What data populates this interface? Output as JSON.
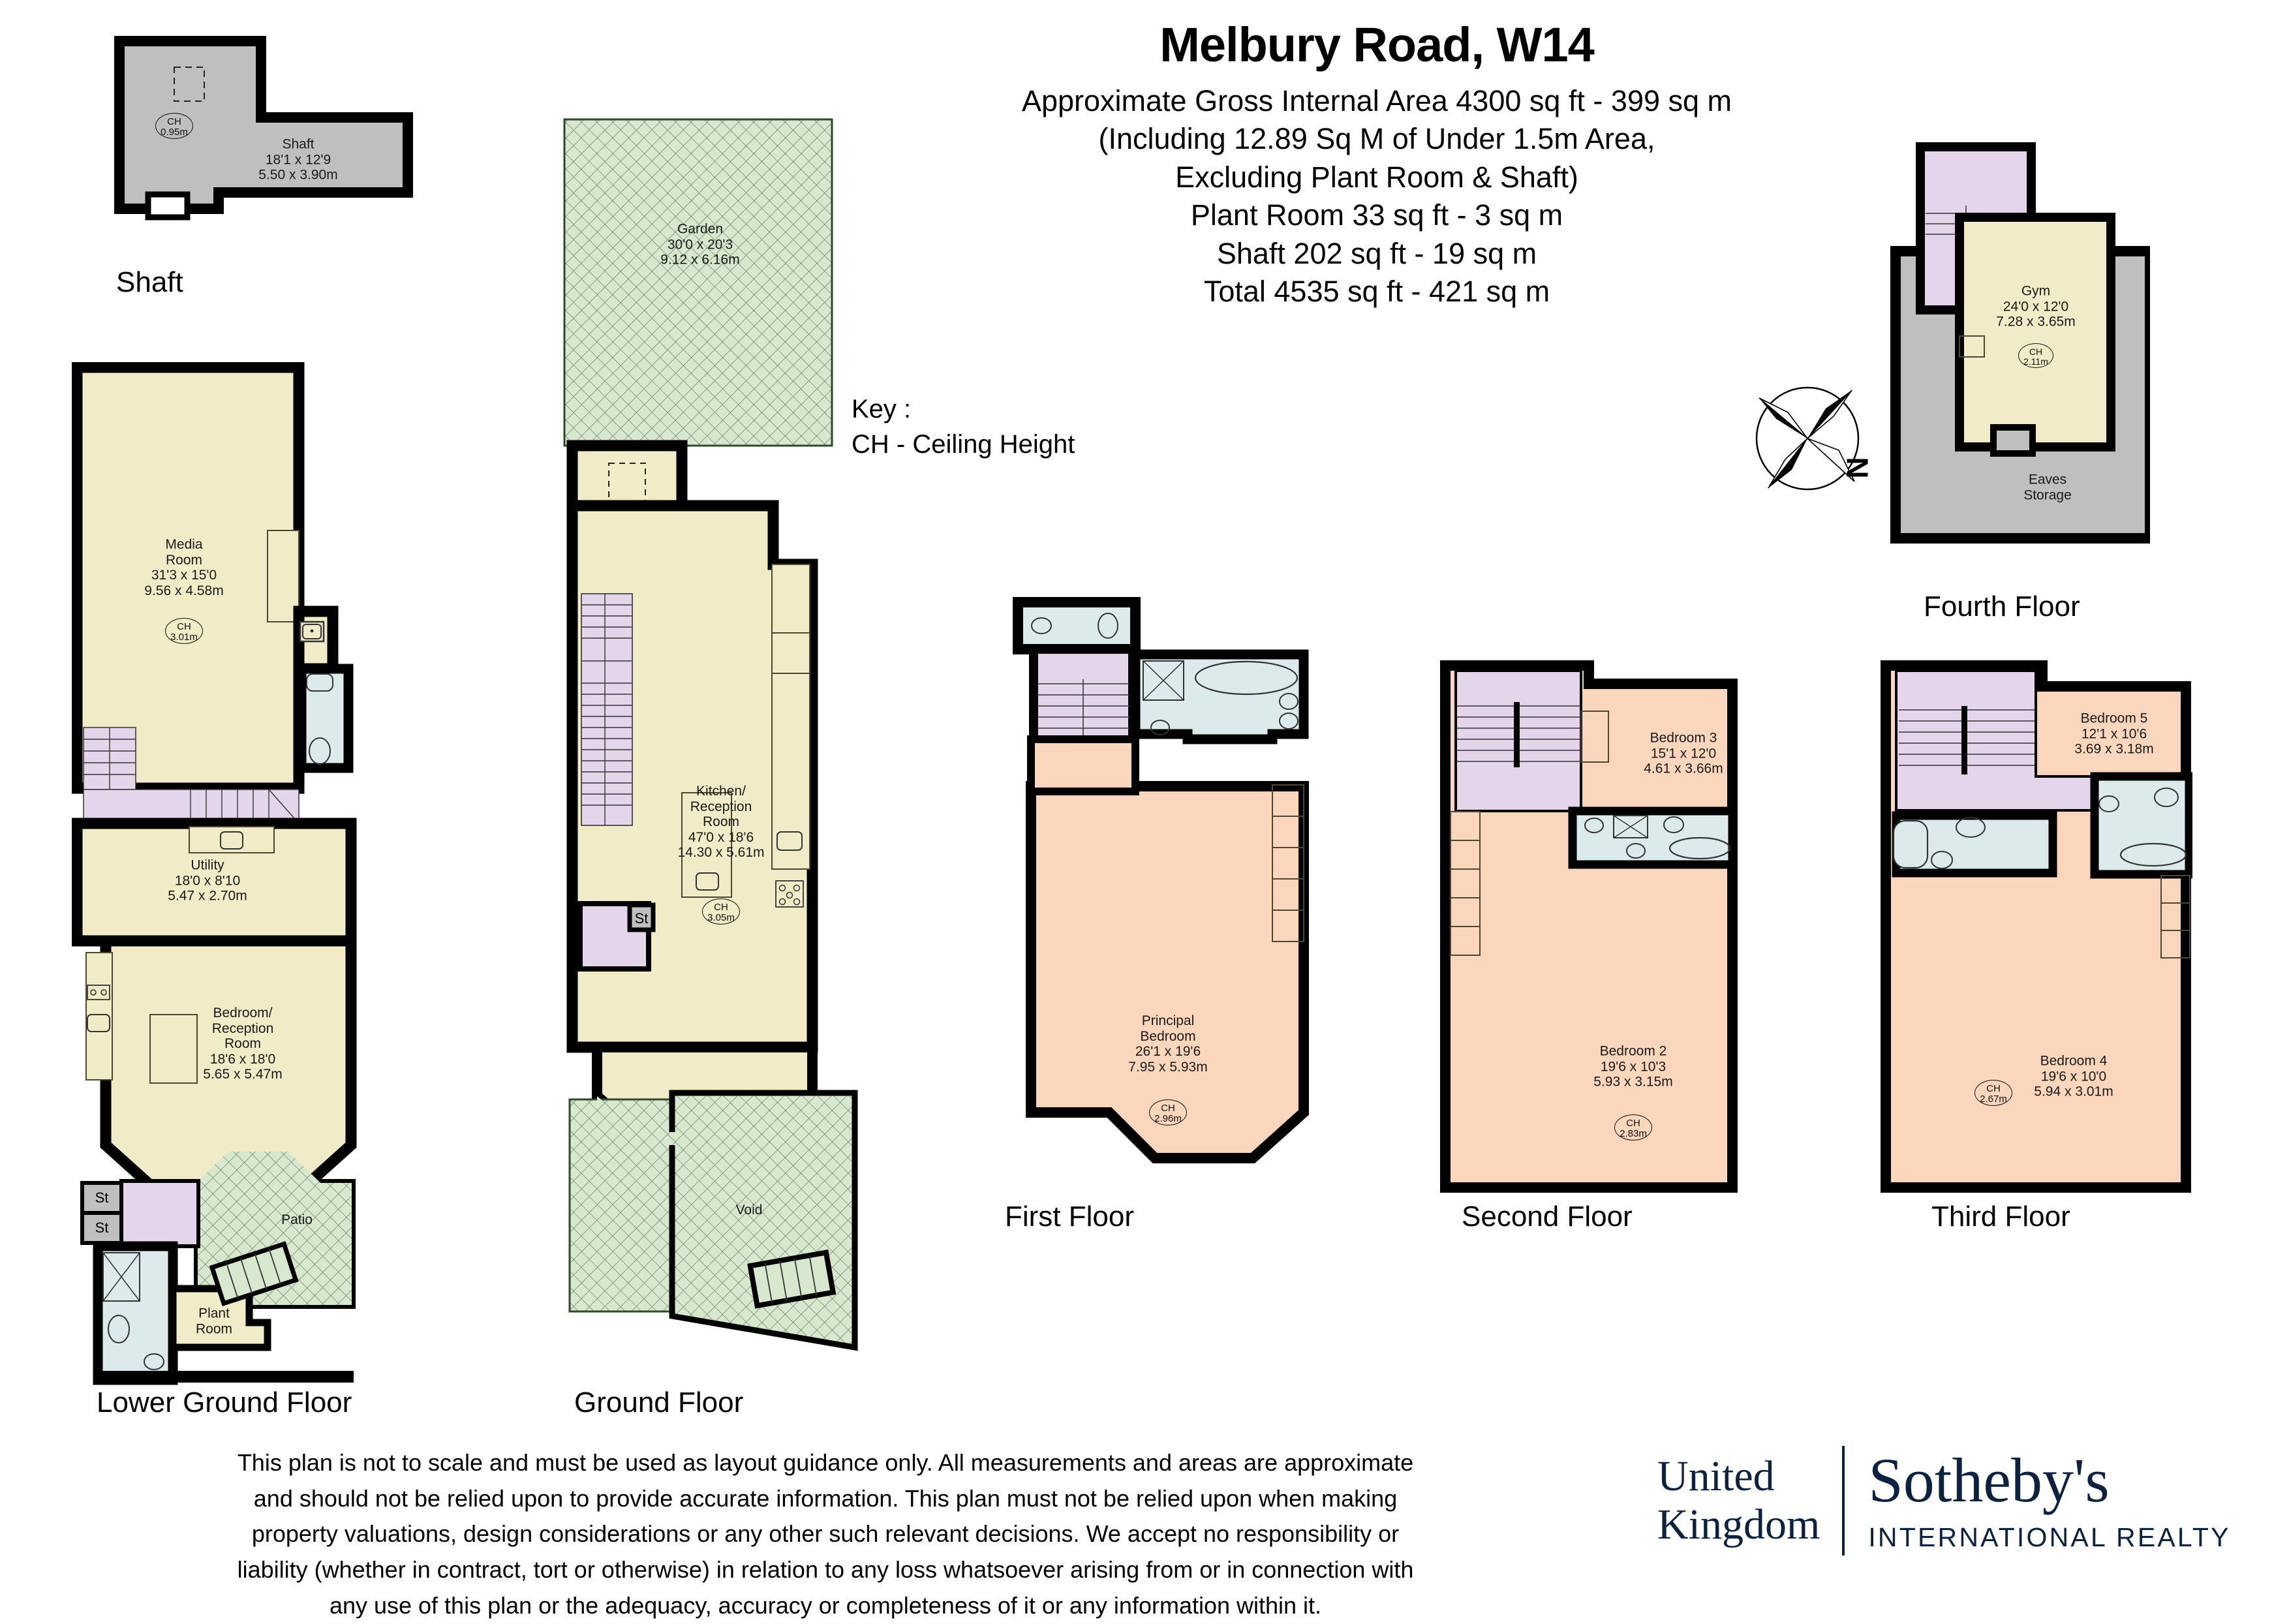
{
  "header": {
    "title": "Melbury Road, W14",
    "summary_lines": [
      "Approximate Gross Internal Area 4300 sq ft - 399 sq m",
      "(Including 12.89 Sq M of Under 1.5m Area,",
      "Excluding Plant Room & Shaft)",
      "Plant Room 33 sq ft - 3 sq m",
      "Shaft 202 sq ft - 19 sq m",
      "Total 4535 sq ft - 421 sq m"
    ]
  },
  "key": {
    "heading": "Key :",
    "entry": "CH - Ceiling Height"
  },
  "compass": {
    "north_label": "N"
  },
  "colors": {
    "room_cream": "#F1EBC8",
    "room_salmon": "#FAD6BC",
    "stairs_lavender": "#E4D5EA",
    "bathroom_blue": "#DDEAEA",
    "garden_green": "#D8E8CE",
    "storage_grey": "#BFBFBF",
    "wall_black": "#000000",
    "brand_navy": "#0D2240"
  },
  "floors": [
    {
      "id": "shaft",
      "caption": "Shaft",
      "rooms": [
        {
          "name": "Shaft",
          "dim_ft": "18'1 x 12'9",
          "dim_m": "5.50 x 3.90m",
          "ceiling_height": "0.95m"
        }
      ]
    },
    {
      "id": "lower-ground",
      "caption": "Lower Ground Floor",
      "rooms": [
        {
          "name": "Media\nRoom",
          "dim_ft": "31'3 x 15'0",
          "dim_m": "9.56 x 4.58m",
          "ceiling_height": "3.01m"
        },
        {
          "name": "Utility",
          "dim_ft": "18'0 x 8'10",
          "dim_m": "5.47 x 2.70m"
        },
        {
          "name": "Bedroom/\nReception\nRoom",
          "dim_ft": "18'6 x 18'0",
          "dim_m": "5.65 x 5.47m"
        },
        {
          "name": "Plant\nRoom"
        },
        {
          "name": "Patio"
        },
        {
          "name": "St"
        },
        {
          "name": "St"
        }
      ]
    },
    {
      "id": "ground",
      "caption": "Ground Floor",
      "rooms": [
        {
          "name": "Garden",
          "dim_ft": "30'0 x 20'3",
          "dim_m": "9.12 x 6.16m"
        },
        {
          "name": "Kitchen/\nReception\nRoom",
          "dim_ft": "47'0 x 18'6",
          "dim_m": "14.30 x 5.61m",
          "ceiling_height": "3.05m"
        },
        {
          "name": "St"
        },
        {
          "name": "Void"
        }
      ]
    },
    {
      "id": "first",
      "caption": "First Floor",
      "rooms": [
        {
          "name": "Principal\nBedroom",
          "dim_ft": "26'1 x 19'6",
          "dim_m": "7.95 x 5.93m",
          "ceiling_height": "2.96m"
        }
      ]
    },
    {
      "id": "second",
      "caption": "Second Floor",
      "rooms": [
        {
          "name": "Bedroom 3",
          "dim_ft": "15'1 x 12'0",
          "dim_m": "4.61 x 3.66m"
        },
        {
          "name": "Bedroom 2",
          "dim_ft": "19'6 x 10'3",
          "dim_m": "5.93 x 3.15m",
          "ceiling_height": "2.83m"
        }
      ]
    },
    {
      "id": "third",
      "caption": "Third Floor",
      "rooms": [
        {
          "name": "Bedroom 5",
          "dim_ft": "12'1 x 10'6",
          "dim_m": "3.69 x 3.18m"
        },
        {
          "name": "Bedroom 4",
          "dim_ft": "19'6 x 10'0",
          "dim_m": "5.94 x 3.01m",
          "ceiling_height": "2.67m"
        }
      ]
    },
    {
      "id": "fourth",
      "caption": "Fourth Floor",
      "rooms": [
        {
          "name": "Gym",
          "dim_ft": "24'0 x 12'0",
          "dim_m": "7.28 x 3.65m",
          "ceiling_height": "2.11m"
        },
        {
          "name": "Eaves\nStorage"
        }
      ]
    }
  ],
  "labels": {
    "shaft_caption": "Shaft",
    "shaft_name": "Shaft",
    "shaft_dim_ft": "18'1 x 12'9",
    "shaft_dim_m": "5.50 x 3.90m",
    "shaft_ch": "0.95m",
    "lg_caption": "Lower Ground Floor",
    "media_l1": "Media",
    "media_l2": "Room",
    "media_dim_ft": "31'3 x 15'0",
    "media_dim_m": "9.56 x 4.58m",
    "media_ch": "3.01m",
    "utility_l1": "Utility",
    "utility_dim_ft": "18'0 x 8'10",
    "utility_dim_m": "5.47 x 2.70m",
    "bedrec_l1": "Bedroom/",
    "bedrec_l2": "Reception",
    "bedrec_l3": "Room",
    "bedrec_dim_ft": "18'6 x 18'0",
    "bedrec_dim_m": "5.65 x 5.47m",
    "plant_l1": "Plant",
    "plant_l2": "Room",
    "patio": "Patio",
    "st1": "St",
    "st2": "St",
    "gf_caption": "Ground Floor",
    "garden_l1": "Garden",
    "garden_dim_ft": "30'0 x 20'3",
    "garden_dim_m": "9.12 x 6.16m",
    "kitchen_l1": "Kitchen/",
    "kitchen_l2": "Reception",
    "kitchen_l3": "Room",
    "kitchen_dim_ft": "47'0 x 18'6",
    "kitchen_dim_m": "14.30 x 5.61m",
    "kitchen_ch": "3.05m",
    "gf_st": "St",
    "void": "Void",
    "ff_caption": "First Floor",
    "principal_l1": "Principal",
    "principal_l2": "Bedroom",
    "principal_dim_ft": "26'1 x 19'6",
    "principal_dim_m": "7.95 x 5.93m",
    "principal_ch": "2.96m",
    "sf_caption": "Second Floor",
    "bed3_l1": "Bedroom 3",
    "bed3_dim_ft": "15'1 x 12'0",
    "bed3_dim_m": "4.61 x 3.66m",
    "bed2_l1": "Bedroom 2",
    "bed2_dim_ft": "19'6 x 10'3",
    "bed2_dim_m": "5.93 x 3.15m",
    "bed2_ch": "2.83m",
    "tf_caption": "Third Floor",
    "bed5_l1": "Bedroom 5",
    "bed5_dim_ft": "12'1 x 10'6",
    "bed5_dim_m": "3.69 x 3.18m",
    "bed4_l1": "Bedroom 4",
    "bed4_dim_ft": "19'6 x 10'0",
    "bed4_dim_m": "5.94 x 3.01m",
    "bed4_ch": "2.67m",
    "ftf_caption": "Fourth Floor",
    "gym_l1": "Gym",
    "gym_dim_ft": "24'0 x 12'0",
    "gym_dim_m": "7.28 x 3.65m",
    "gym_ch": "2.11m",
    "eaves_l1": "Eaves",
    "eaves_l2": "Storage",
    "ch_abbr": "CH"
  },
  "footer": {
    "disclaimer": "This plan is not to scale and must be used as layout guidance only. All measurements and areas are approximate and should not be relied upon to provide accurate information. This plan must not be relied upon when making property valuations, design considerations or any other such relevant decisions. We accept no responsibility or liability (whether in contract, tort or otherwise) in relation to any loss whatsoever arising from or in connection with any use of this plan or the adequacy, accuracy or completeness of it or any information within it.",
    "brand_line1": "United",
    "brand_line2": "Kingdom",
    "brand_name": "Sotheby's",
    "brand_sub": "INTERNATIONAL REALTY"
  }
}
